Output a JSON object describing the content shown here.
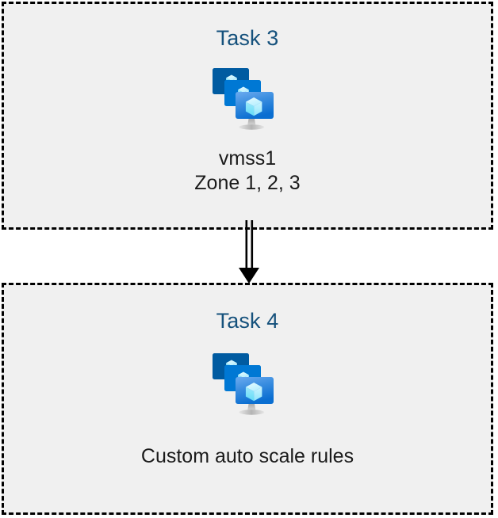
{
  "diagram": {
    "type": "flow",
    "background_color": "#ffffff",
    "box_fill_color": "#f0f0f0",
    "box_border_color": "#000000",
    "box_border_style": "dashed",
    "title_color": "#15517c",
    "caption_color": "#1a1a1a",
    "nodes": [
      {
        "id": "task3",
        "title": "Task 3",
        "icon": "azure-vm-scale-set-icon",
        "caption_lines": [
          "vmss1",
          "Zone 1, 2, 3"
        ]
      },
      {
        "id": "task4",
        "title": "Task 4",
        "icon": "azure-vm-scale-set-icon",
        "caption_lines": [
          "Custom auto scale rules"
        ]
      }
    ],
    "connectors": [
      {
        "id": "task3-to-task4",
        "from": "task3",
        "to": "task4",
        "style": "double-line-arrow",
        "direction": "down",
        "color": "#000000"
      }
    ]
  },
  "icon_colors": {
    "monitor_back": "#005ba1",
    "monitor_middle": "#0078d4",
    "monitor_front_top": "#5ea0ef",
    "monitor_front_bottom": "#0a6ed1",
    "cube_light": "#c3f1ff",
    "cube_mid": "#9cebff",
    "cube_dark": "#50e6ff",
    "stand": "#a3a3a3",
    "stand_light": "#d6d6d6"
  }
}
